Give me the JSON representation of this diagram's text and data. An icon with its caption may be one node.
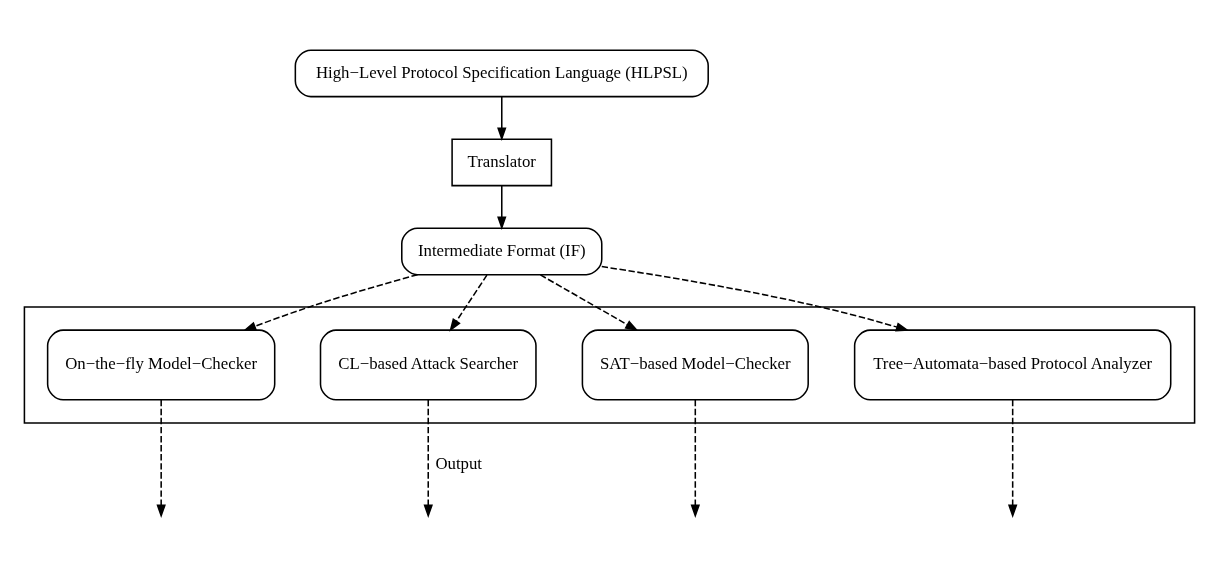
{
  "diagram": {
    "nodes": [
      {
        "text": [
          "High−Level Protocol Specification Language (HLPSL)"
        ]
      },
      {
        "text": [
          "Translator"
        ]
      },
      {
        "text": [
          "Intermediate Format (IF)"
        ]
      },
      {
        "text": [],
        "shape": "box"
      },
      {
        "text": [
          "On−the−fly Model−Checker"
        ],
        "in": 3
      },
      {
        "text": [
          "CL−based Attack Searcher"
        ],
        "in": 3
      },
      {
        "text": [
          "SAT−based Model−Checker"
        ],
        "in": 3
      },
      {
        "text": [
          "Tree−Automata−based Protocol Analyzer"
        ],
        "in": 3
      }
    ],
    "edges": [
      {
        "from": 0,
        "to": 1,
        "arrow": "to"
      },
      {
        "from": 1,
        "to": 2,
        "arrow": "to"
      },
      {
        "from": 2,
        "to": 4,
        "arrow": "to",
        "style": "dashed"
      },
      {
        "from": 2,
        "to": 5,
        "arrow": "to",
        "style": "dashed"
      },
      {
        "from": 2,
        "to": 6,
        "arrow": "to",
        "style": "dashed"
      },
      {
        "from": 2,
        "to": 7,
        "arrow": "to",
        "style": "dashed"
      },
      {
        "from": 4,
        "to": null,
        "arrow": "to",
        "style": "dashed"
      },
      {
        "from": 5,
        "to": null,
        "arrow": "to",
        "style": "dashed",
        "label": "Output"
      },
      {
        "from": 6,
        "to": null,
        "arrow": "to",
        "style": "dashed"
      },
      {
        "from": 7,
        "to": null,
        "arrow": "to",
        "style": "dashed"
      }
    ]
  }
}
